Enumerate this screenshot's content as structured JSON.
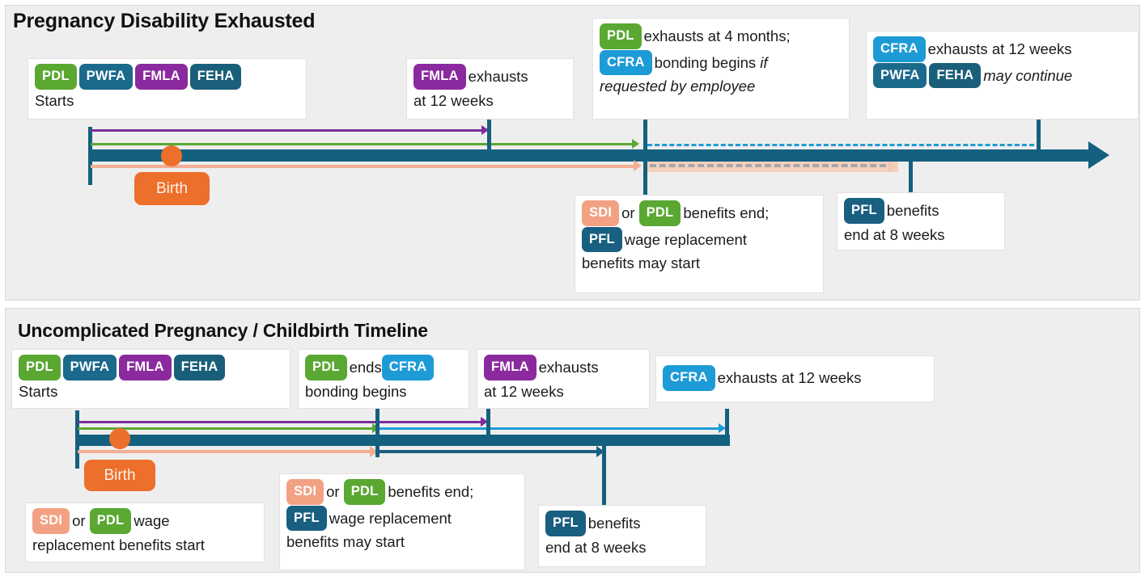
{
  "panels": [
    {
      "id": "pregnancy-disability-exhausted",
      "title": "Pregnancy Disability Exhausted",
      "top_boxes": [
        {
          "name": "start-box",
          "chips": [
            "PDL",
            "PWFA",
            "FMLA",
            "FEHA"
          ],
          "text": "Starts"
        },
        {
          "name": "fmla-exhausts-box",
          "chips": [
            "FMLA"
          ],
          "text_1": "exhausts",
          "text_2": "at 12 weeks"
        },
        {
          "name": "pdl-exhausts-cfra-bonding-box",
          "chip_1": "PDL",
          "text_1": "exhausts at 4 months;",
          "chip_2": "CFRA",
          "text_2": "bonding begins ",
          "text_2_italic": "if",
          "text_3_italic": "requested by employee"
        },
        {
          "name": "cfra-exhausts-box",
          "chip_1": "CFRA",
          "text_1": "exhausts at 12 weeks",
          "chip_2": "PWFA",
          "chip_3": "FEHA",
          "text_2_italic": "may continue"
        }
      ],
      "bottom_boxes": [
        {
          "name": "sdi-pdl-benefits-end-box",
          "chip_1": "SDI",
          "text_1": "or",
          "chip_2": "PDL",
          "text_2": "benefits end;",
          "chip_3": "PFL",
          "text_3": "wage replacement",
          "text_4": "benefits may start"
        },
        {
          "name": "pfl-benefits-end-box",
          "chip_1": "PFL",
          "text_1": "benefits",
          "text_2": "end at 8 weeks"
        }
      ],
      "birth_label": "Birth"
    },
    {
      "id": "uncomplicated-pregnancy-childbirth-timeline",
      "title": "Uncomplicated Pregnancy / Childbirth Timeline",
      "top_boxes": [
        {
          "name": "start-box",
          "chips": [
            "PDL",
            "PWFA",
            "FMLA",
            "FEHA"
          ],
          "text": "Starts"
        },
        {
          "name": "pdl-ends-cfra-bonding-box",
          "chip_1": "PDL",
          "text_1": "ends",
          "chip_2": "CFRA",
          "text_2": "bonding begins"
        },
        {
          "name": "fmla-exhausts-box",
          "chips": [
            "FMLA"
          ],
          "text_1": "exhausts",
          "text_2": "at 12 weeks"
        },
        {
          "name": "cfra-exhausts-box",
          "chip_1": "CFRA",
          "text_1": "exhausts at 12 weeks"
        }
      ],
      "bottom_boxes": [
        {
          "name": "sdi-pdl-benefits-start-box",
          "chip_1": "SDI",
          "text_1": "or",
          "chip_2": "PDL",
          "text_2": "wage",
          "text_3": "replacement benefits start"
        },
        {
          "name": "sdi-pdl-benefits-end-box",
          "chip_1": "SDI",
          "text_1": "or",
          "chip_2": "PDL",
          "text_2": "benefits end;",
          "chip_3": "PFL",
          "text_3": "wage replacement",
          "text_4": "benefits may start"
        },
        {
          "name": "pfl-benefits-end-box",
          "chip_1": "PFL",
          "text_1": "benefits",
          "text_2": "end at 8 weeks"
        }
      ],
      "birth_label": "Birth"
    }
  ],
  "legend_colors": {
    "PDL": "#5aa832",
    "PWFA": "#1b6a8c",
    "FMLA": "#8b2a9e",
    "FEHA": "#1a5f7a",
    "CFRA": "#1d9bd7",
    "SDI": "#f2a183",
    "PFL": "#195f80",
    "birth": "#ec6f2c",
    "timeline": "#14607f",
    "panel_background": "#eeeeee"
  }
}
